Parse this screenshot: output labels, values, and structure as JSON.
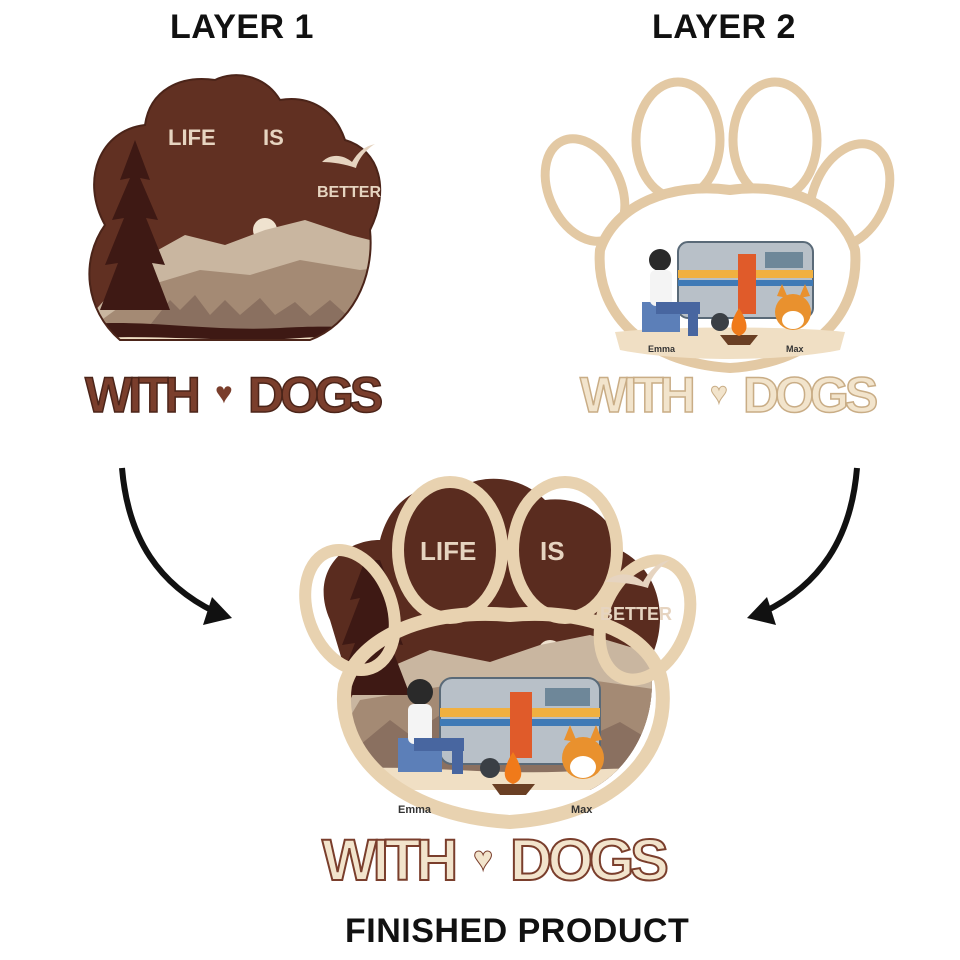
{
  "headings": {
    "layer1": "LAYER 1",
    "layer2": "LAYER 2",
    "finished": "FINISHED PRODUCT"
  },
  "plaque": {
    "words": {
      "life": "LIFE",
      "is": "IS",
      "better": "BETTER"
    },
    "with": "WITH",
    "dogs": "DOGS",
    "heart": "♥",
    "person_name": "Emma",
    "dog_name": "Max"
  },
  "colors": {
    "dark_wood": "#5a2c1f",
    "mid_wood": "#7a3e2c",
    "light_wood": "#e8d2b0",
    "mountain": "#a48a74",
    "hill": "#b7a08c",
    "forest": "#4a1c16",
    "ground": "#f0dfc4",
    "arrow": "#111111"
  }
}
